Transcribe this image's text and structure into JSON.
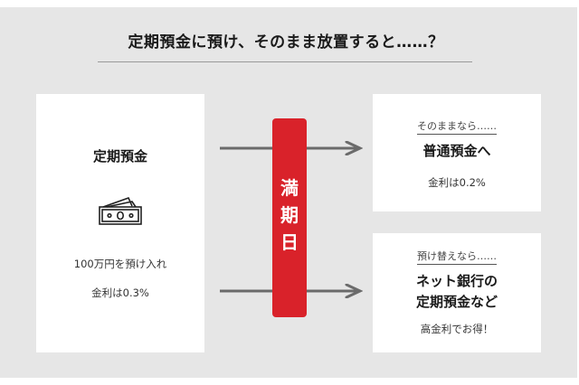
{
  "title": "定期預金に預け、そのまま放置すると……？",
  "left_card": {
    "heading": "定期預金",
    "icon": "money-bills-icon",
    "deposit_text": "100万円を預け入れ",
    "rate_text": "金利は0.3%"
  },
  "maturity": {
    "label_chars": [
      "満",
      "期",
      "日"
    ],
    "color": "#d9222a"
  },
  "top_right_card": {
    "sub_label": "そのままなら……",
    "heading": "普通預金へ",
    "rate_text": "金利は0.2%"
  },
  "bottom_right_card": {
    "sub_label": "預け替えなら……",
    "heading_line1": "ネット銀行の",
    "heading_line2": "定期預金など",
    "note": "高金利でお得！"
  },
  "colors": {
    "background": "#e6e6e6",
    "card": "#ffffff",
    "arrow": "#6b6b6b",
    "accent_red": "#d9222a"
  }
}
